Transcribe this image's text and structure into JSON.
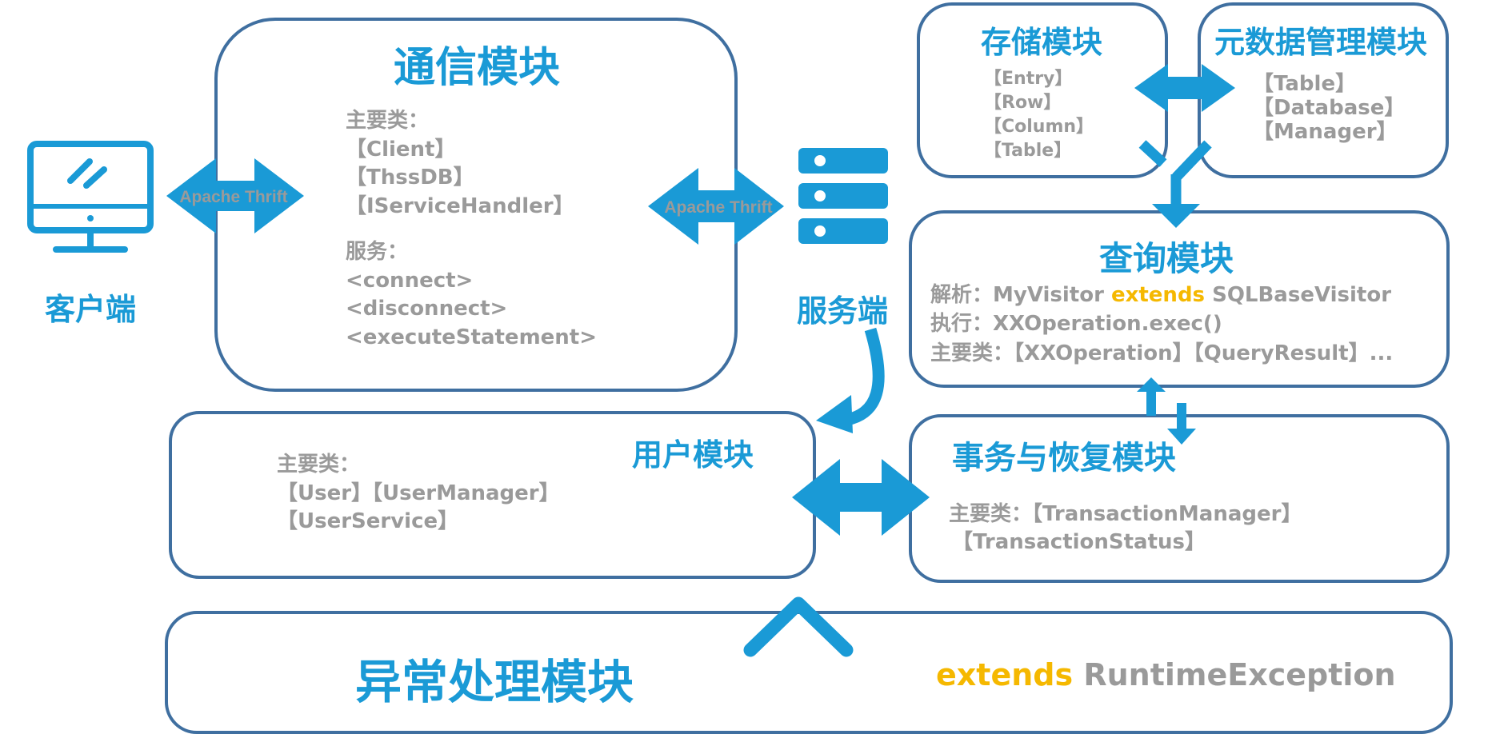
{
  "colors": {
    "accent": "#1a9ad6",
    "border": "#3f6fa0",
    "text": "#9a9a9a",
    "highlight": "#f5b800"
  },
  "client": {
    "label": "客户端",
    "icon": "desktop-monitor-icon"
  },
  "server": {
    "label": "服务端",
    "icon": "server-stack-icon"
  },
  "comm": {
    "title": "通信模块",
    "classes_label": "主要类：",
    "classes": [
      "【Client】",
      "【ThssDB】",
      "【IServiceHandler】"
    ],
    "services_label": "服务：",
    "services": [
      "<connect>",
      "<disconnect>",
      "<executeStatement>"
    ]
  },
  "arrows": {
    "thrift_left": "Apache Thrift",
    "thrift_right": "Apache Thrift"
  },
  "storage": {
    "title": "存储模块",
    "classes": [
      "【Entry】",
      "【Row】",
      "【Column】",
      "【Table】"
    ]
  },
  "metadata": {
    "title": "元数据管理模块",
    "classes": [
      "【Table】",
      "【Database】",
      "【Manager】"
    ]
  },
  "query": {
    "title": "查询模块",
    "parse_label": "解析：",
    "parse_pre": "MyVisitor ",
    "parse_kw": "extends",
    "parse_post": " SQLBaseVisitor",
    "exec_label": "执行：",
    "exec_value": "XXOperation.exec()",
    "classes_label": "主要类：",
    "classes_value": "【XXOperation】【QueryResult】..."
  },
  "user": {
    "title": "用户模块",
    "classes_label": "主要类：",
    "classes_line1": "【User】【UserManager】",
    "classes_line2": "【UserService】"
  },
  "transaction": {
    "title": "事务与恢复模块",
    "classes_label": "主要类：",
    "classes_line1": "【TransactionManager】",
    "classes_line2": "【TransactionStatus】"
  },
  "exception": {
    "title": "异常处理模块",
    "kw": "extends",
    "base": " RuntimeException"
  }
}
